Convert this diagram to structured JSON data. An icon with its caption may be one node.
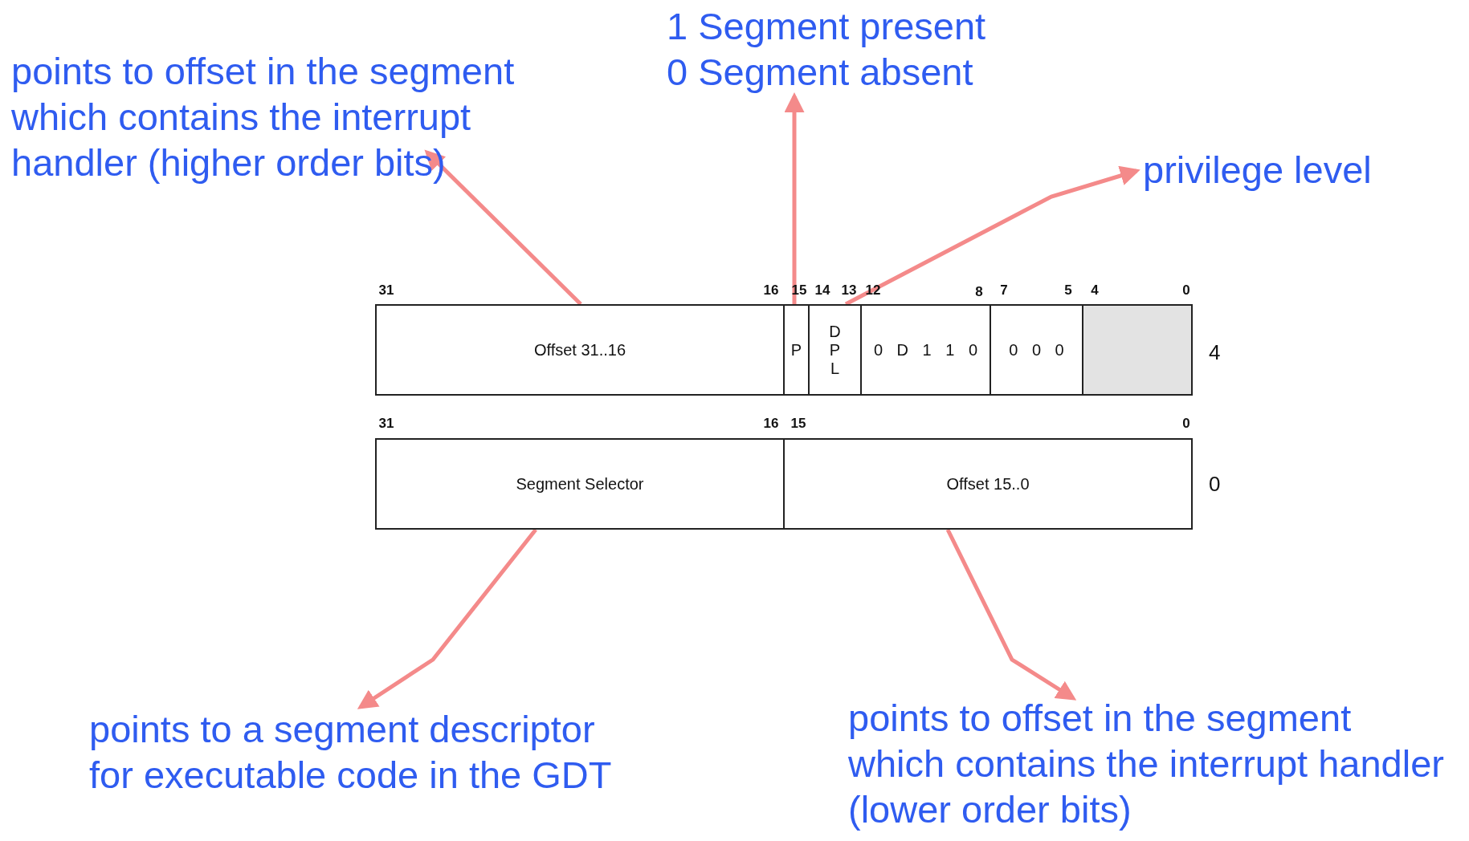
{
  "diagram": {
    "nodes": [
      {
        "text": [
          "points to offset in the segment which contains the interrupt handler (higher order bits)"
        ]
      },
      {
        "text": [
          "1 Segment present",
          "0 Segment absent"
        ]
      },
      {
        "text": [
          "privilege level"
        ]
      },
      {
        "text": [
          "Offset 31..16"
        ]
      },
      {
        "text": [
          "P"
        ]
      },
      {
        "text": [
          "D P L"
        ]
      },
      {
        "text": [
          "0 D 1 1 0"
        ]
      },
      {
        "text": [
          "0 0 0"
        ]
      },
      {
        "text": [],
        "shape": "box"
      },
      {
        "text": [
          "Segment Selector"
        ]
      },
      {
        "text": [
          "Offset 15..0"
        ]
      },
      {
        "text": [
          "points to a segment descriptor for executable code in the GDT"
        ]
      },
      {
        "text": [
          "points to offset in the segment which contains the interrupt handler (lower order bits)"
        ]
      }
    ],
    "edges": [
      {
        "from": 3,
        "to": 0,
        "arrow": "to"
      },
      {
        "from": 4,
        "to": 1,
        "arrow": "to"
      },
      {
        "from": 5,
        "to": 2,
        "arrow": "to"
      },
      {
        "from": 9,
        "to": 11,
        "arrow": "to"
      },
      {
        "from": 10,
        "to": 12,
        "arrow": "to"
      }
    ],
    "labels": [
      "31",
      "16",
      "15",
      "14",
      "13",
      "12",
      "8",
      "7",
      "5",
      "4",
      "0",
      "4",
      "31",
      "16",
      "15",
      "0",
      "0"
    ]
  }
}
